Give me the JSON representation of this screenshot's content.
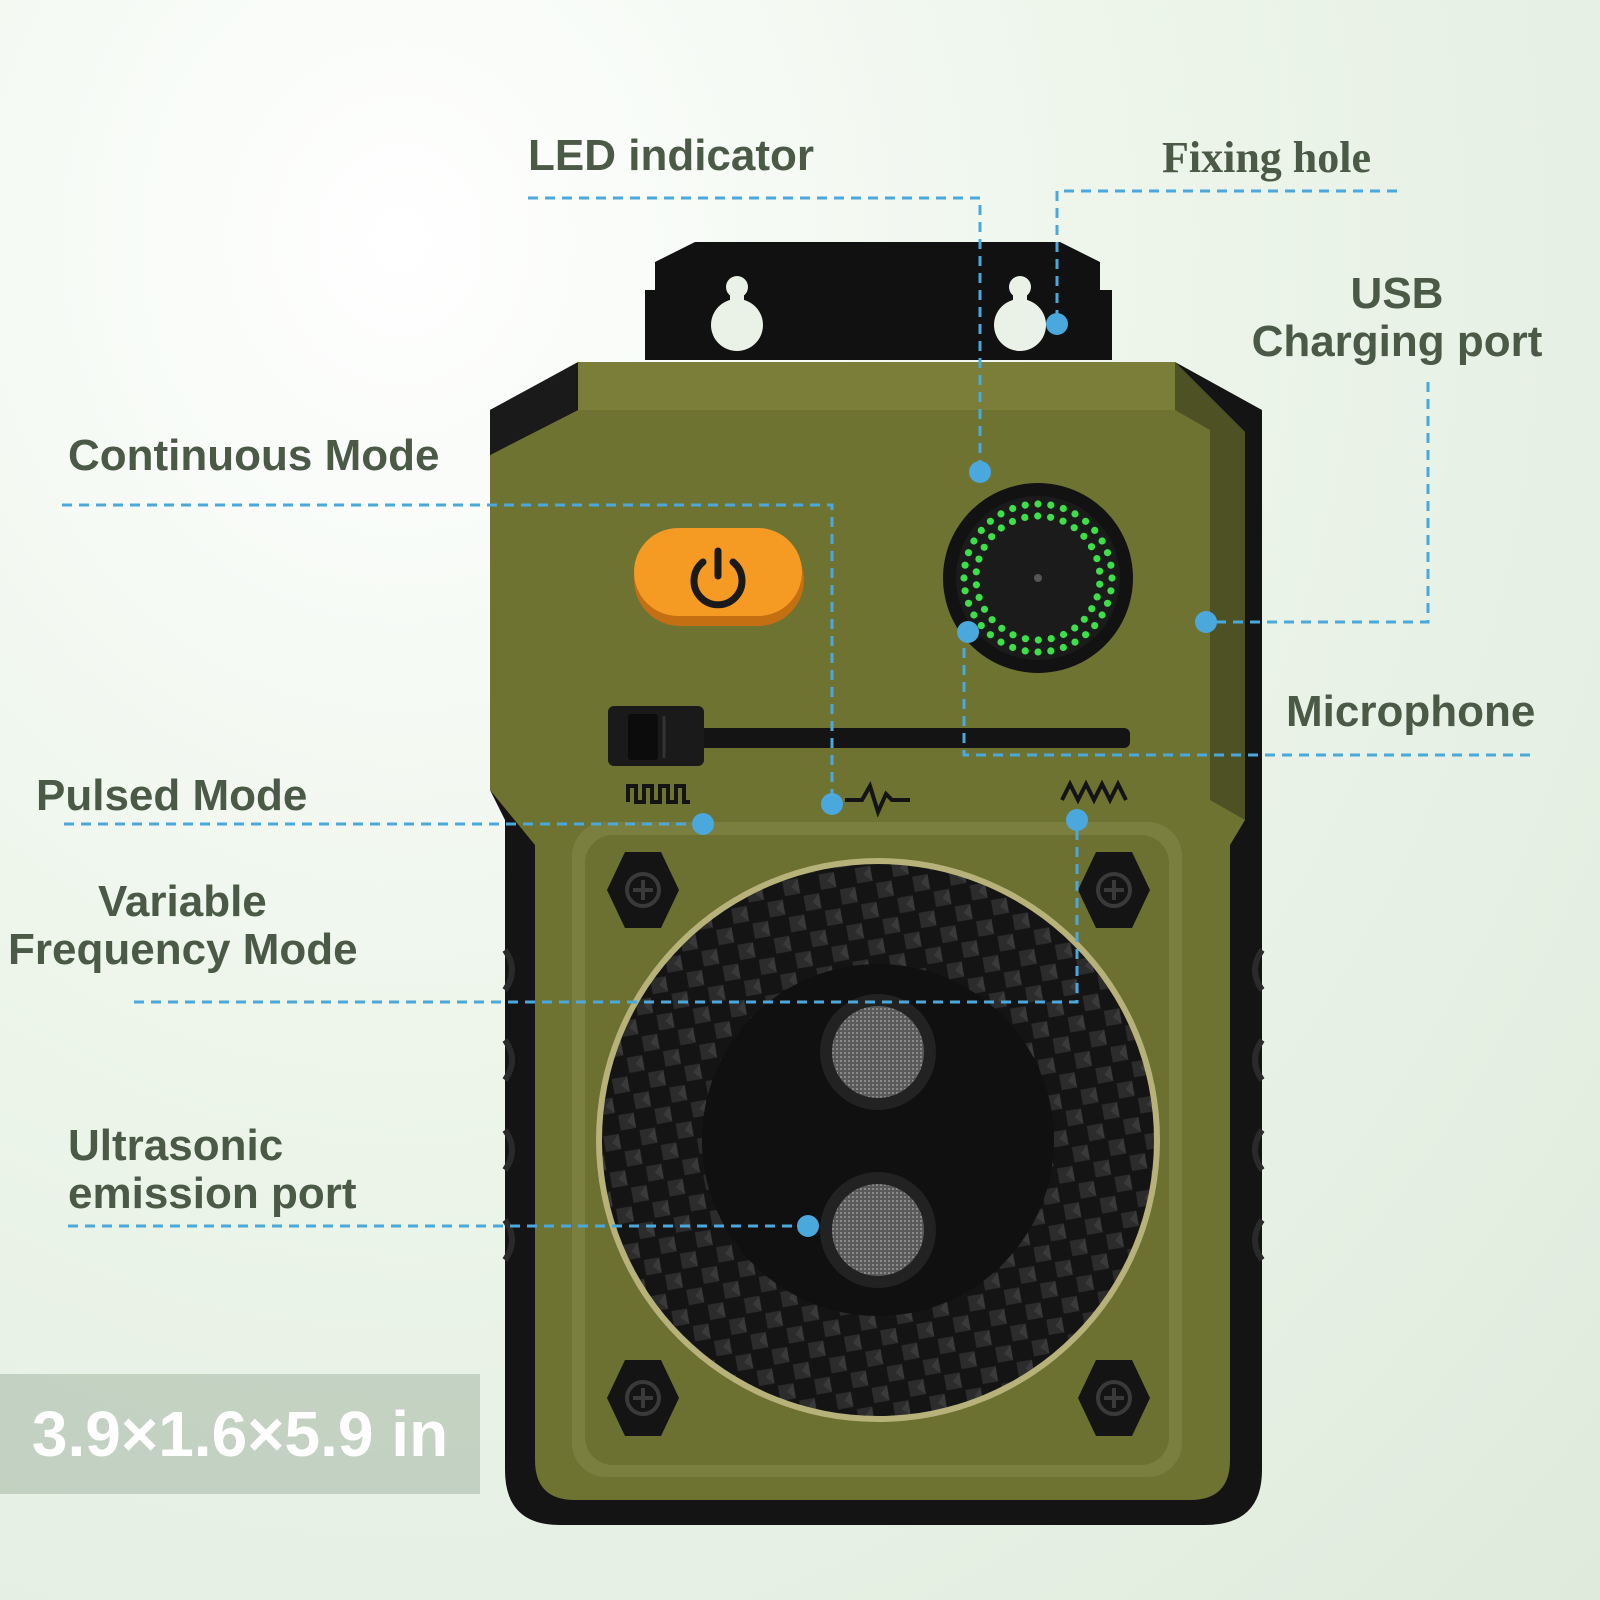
{
  "labels": {
    "led_indicator": "LED indicator",
    "fixing_hole": "Fixing hole",
    "usb_line1": "USB",
    "usb_line2": "Charging port",
    "continuous_mode": "Continuous Mode",
    "microphone": "Microphone",
    "pulsed_mode": "Pulsed Mode",
    "variable_line1": "Variable",
    "variable_line2": "Frequency Mode",
    "ultrasonic_line1": "Ultrasonic",
    "ultrasonic_line2": "emission port"
  },
  "dimensions": "3.9×1.6×5.9 in",
  "colors": {
    "body_olive": "#6f7332",
    "body_dark": "#1b1b1b",
    "power_orange": "#f59a23",
    "led_green": "#3ee04a",
    "callout_blue": "#4aa8dd",
    "label_text": "#4a5a47"
  },
  "icons": {
    "power": "power-icon",
    "pulsed": "square-wave-icon",
    "continuous": "heartbeat-wave-icon",
    "variable": "zigzag-wave-icon"
  }
}
